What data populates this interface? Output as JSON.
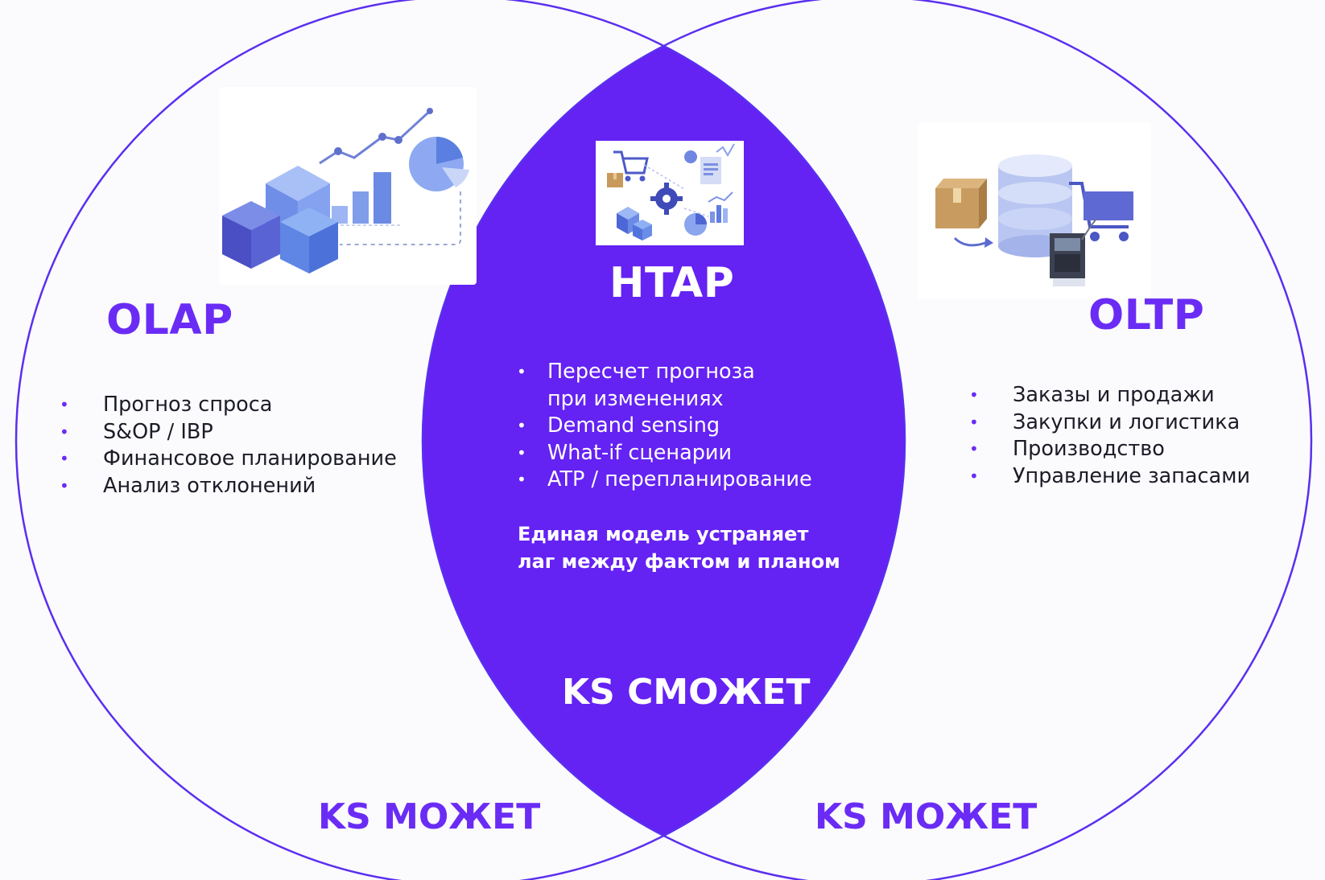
{
  "colors": {
    "accent": "#6a2cf5",
    "lens_fill": "#6422f3",
    "circle_stroke": "#5a2ff0",
    "cube_light": "#8fb0f5",
    "cube_mid": "#6f8ee8",
    "cube_dark": "#4b55c9"
  },
  "left": {
    "title": "OLAP",
    "icon": "olap-analytics-cubes-chart-icon",
    "items": [
      "Прогноз спроса",
      "S&OP / IBP",
      "Финансовое планирование",
      "Анализ отклонений"
    ],
    "status": "KS МОЖЕТ"
  },
  "center": {
    "title": "HTAP",
    "icon": "htap-hybrid-commerce-analytics-icon",
    "items": [
      "Пересчет прогноза при изменениях",
      "Demand sensing",
      "What-if сценарии",
      "ATP / перепланирование"
    ],
    "item_lines": [
      [
        "Пересчет прогноза",
        "при изменениях"
      ],
      [
        "Demand sensing"
      ],
      [
        "What-if сценарии"
      ],
      [
        "ATP / перепланирование"
      ]
    ],
    "note_lines": [
      "Единая модель устраняет",
      "лаг между фактом и планом"
    ],
    "status": "KS СМОЖЕТ"
  },
  "right": {
    "title": "OLTP",
    "icon": "oltp-database-cart-box-icon",
    "items": [
      "Заказы и продажи",
      "Закупки и логистика",
      "Производство",
      "Управление запасами"
    ],
    "status": "KS МОЖЕТ"
  }
}
